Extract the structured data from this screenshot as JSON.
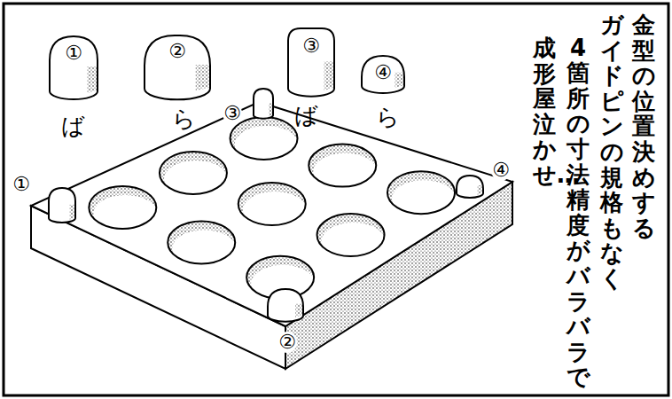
{
  "diagram": {
    "labels": [
      "①",
      "②",
      "③",
      "④",
      "ば",
      "ら",
      "ば",
      "ら",
      "①",
      "②",
      "③",
      "④",
      "金型の位置決めする",
      "ガイドピンの規格もなく",
      "4箇所の寸法精度がバラバラで",
      "成形屋泣かせ…"
    ]
  }
}
